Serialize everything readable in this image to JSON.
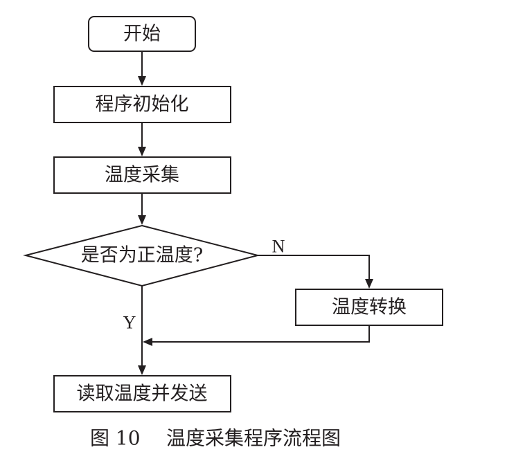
{
  "nodes": {
    "start": "开始",
    "init": "程序初始化",
    "collect": "温度采集",
    "decision": "是否为正温度?",
    "convert": "温度转换",
    "send": "读取温度并发送"
  },
  "branches": {
    "yes": "Y",
    "no": "N"
  },
  "caption": {
    "number": "图 10",
    "title": "温度采集程序流程图"
  },
  "colors": {
    "line": "#231f20",
    "fill": "#ffffff"
  }
}
